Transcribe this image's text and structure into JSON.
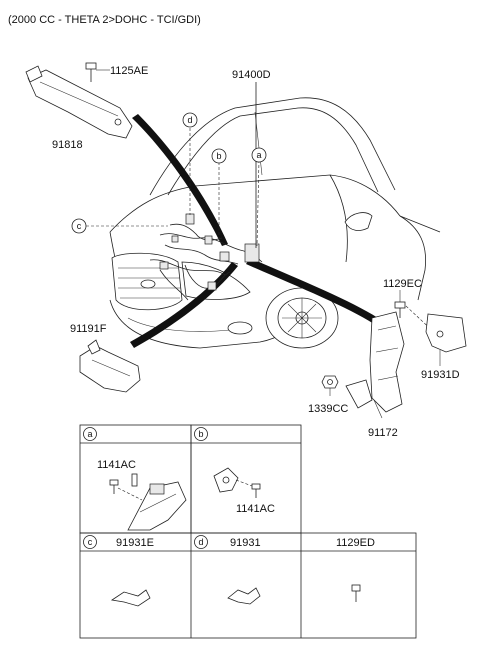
{
  "header": {
    "engine_spec": "(2000 CC - THETA 2>DOHC - TCI/GDI)"
  },
  "callouts": {
    "bolt_top": "1125AE",
    "bracket_top": "91818",
    "main_harness": "91400D",
    "bracket_left": "91191F",
    "bolt_right": "1129EC",
    "bracket_right": "91931D",
    "nut_right": "1339CC",
    "bracket_lower_right": "91172"
  },
  "markers": {
    "a": "a",
    "b": "b",
    "c": "c",
    "d": "d"
  },
  "table": {
    "cell_a": {
      "marker": "a",
      "part": "1141AC"
    },
    "cell_b": {
      "marker": "b",
      "part": "1141AC"
    },
    "cell_c": {
      "marker": "c",
      "part": "91931E"
    },
    "cell_d": {
      "marker": "d",
      "part": "91931"
    },
    "cell_e": {
      "part": "1129ED"
    }
  }
}
